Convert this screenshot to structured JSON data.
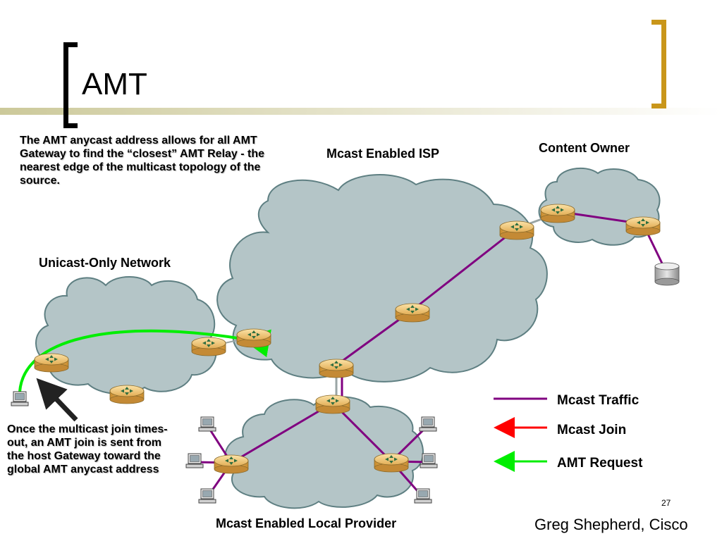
{
  "slide": {
    "title": "AMT",
    "page_number": "27",
    "author": "Greg Shepherd, Cisco"
  },
  "notes": {
    "top": "The AMT anycast address allows for all AMT Gateway to find the “closest” AMT Relay - the nearest edge of the multicast topology of the source.",
    "bottom": "Once the multicast join times-out, an AMT join is sent from the host Gateway toward the global AMT anycast address"
  },
  "networks": {
    "isp": "Mcast Enabled ISP",
    "content_owner": "Content Owner",
    "unicast": "Unicast-Only Network",
    "local_provider": "Mcast Enabled Local Provider"
  },
  "legend": {
    "items": [
      {
        "label": "Mcast Traffic",
        "color": "#800080",
        "arrow": false
      },
      {
        "label": "Mcast Join",
        "color": "#ff0000",
        "arrow": true
      },
      {
        "label": "AMT Request",
        "color": "#00ee00",
        "arrow": true
      }
    ]
  },
  "colors": {
    "cloud_fill": "#b4c5c7",
    "cloud_stroke": "#5e7f82",
    "router_fill": "#e8b866",
    "mcast_traffic": "#800080",
    "amt_request": "#00ee00",
    "accent_bracket": "#c9961a"
  }
}
